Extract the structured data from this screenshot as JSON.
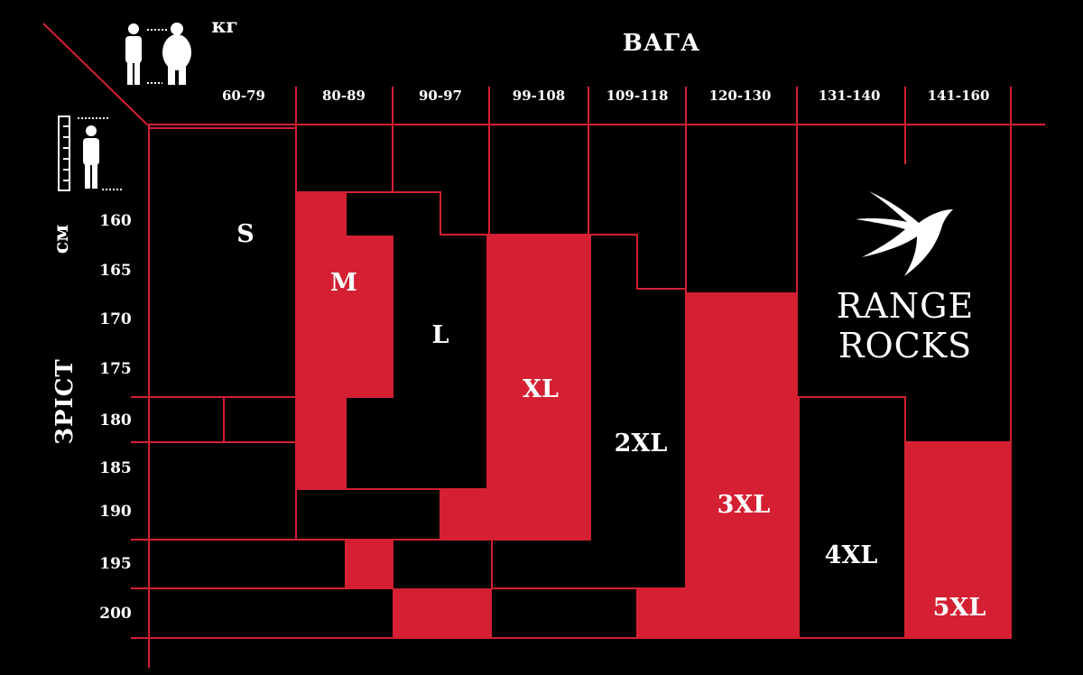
{
  "chart_data": {
    "type": "table",
    "x_title": "ВАГА",
    "x_unit": "кг",
    "y_title": "ЗРІСТ",
    "y_unit": "см",
    "weight_ranges": [
      "60-79",
      "80-89",
      "90-97",
      "99-108",
      "109-118",
      "120-130",
      "131-140",
      "141-160"
    ],
    "heights": [
      "160",
      "165",
      "170",
      "175",
      "180",
      "185",
      "190",
      "195",
      "200"
    ],
    "sizes": [
      {
        "label": "S",
        "fill": "#000000"
      },
      {
        "label": "M",
        "fill": "#d42032"
      },
      {
        "label": "L",
        "fill": "#000000"
      },
      {
        "label": "XL",
        "fill": "#d42032"
      },
      {
        "label": "2XL",
        "fill": "#000000"
      },
      {
        "label": "3XL",
        "fill": "#d42032"
      },
      {
        "label": "4XL",
        "fill": "#000000"
      },
      {
        "label": "5XL",
        "fill": "#d42032"
      }
    ],
    "colors": {
      "accent": "#d42032",
      "background": "#000000",
      "text": "#ffffff"
    }
  },
  "brand": {
    "line1": "RANGE",
    "line2": "ROCKS",
    "logo_icon": "swallow-icon"
  },
  "icons": [
    "weight-people-icon",
    "height-ruler-icon"
  ]
}
